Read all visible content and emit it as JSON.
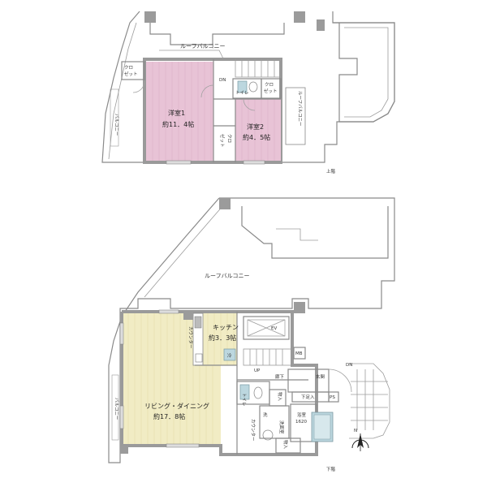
{
  "upper_floor": {
    "roof_balcony_top": "ルーフバルコニー",
    "roof_balcony_right": "ルーフバルコニー",
    "balcony_left": "バルコニー",
    "closet_top_left_1": "クロ",
    "closet_top_left_2": "ゼット",
    "room1_name": "洋室1",
    "room1_size": "約11．4帖",
    "room2_name": "洋室2",
    "room2_size": "約4．5帖",
    "closet_mid_1": "クロ",
    "closet_mid_2": "ゼット",
    "closet_r_1": "クロ",
    "closet_r_2": "ゼット",
    "toilet": "トイレ",
    "dn": "DN",
    "floor_label": "上階"
  },
  "lower_floor": {
    "roof_balcony": "ルーフバルコニー",
    "balcony_left": "バルコニー",
    "kitchen_name": "キッチン",
    "kitchen_size": "約3．3帖",
    "counter_kitchen": "カウンター",
    "fridge": "冷",
    "ldk_name": "リビング・ダイニング",
    "ldk_size": "約17．8帖",
    "ev": "EV",
    "mb": "MB",
    "up": "UP",
    "hall": "廊下",
    "entrance": "玄関",
    "shoe_stand": "下足入",
    "ps": "PS",
    "toilet": "トイレ",
    "storage_1": "物入",
    "washroom": "洗",
    "washroom_full": "洗面室",
    "counter": "カウンター",
    "bath_name": "浴室",
    "bath_size": "1620",
    "storage_2": "物入",
    "dn": "DN",
    "floor_label": "下階"
  },
  "compass": {
    "north": "N"
  },
  "colors": {
    "bedroom": "#e8c3d6",
    "living": "#f1ecc4",
    "wall": "#8a8a8a"
  }
}
